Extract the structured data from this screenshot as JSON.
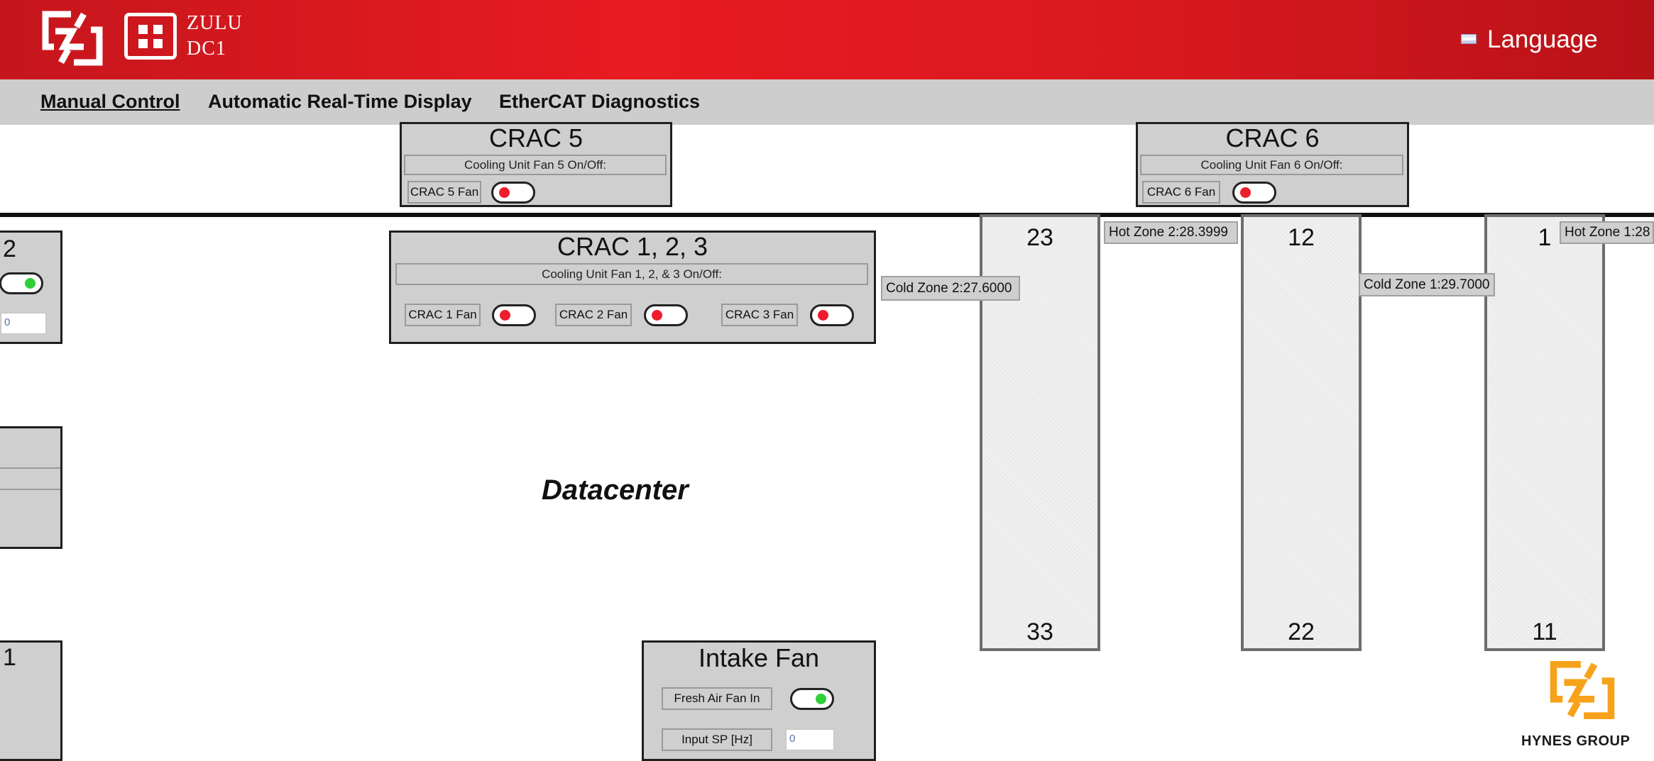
{
  "header": {
    "brand_line1": "ZULU",
    "brand_line2": "DC1",
    "language_label": "Language",
    "colors": {
      "header_red": "#e81b22",
      "nav_gray": "#cdcdcd",
      "hynes_orange": "#f7a21b"
    }
  },
  "nav": {
    "items": [
      {
        "label": "Manual Control",
        "active": true
      },
      {
        "label": "Automatic Real-Time Display"
      },
      {
        "label": "EtherCAT Diagnostics"
      }
    ]
  },
  "crac5": {
    "title": "CRAC 5",
    "subtitle": "Cooling Unit Fan 5 On/Off:",
    "fan_label": "CRAC 5 Fan",
    "fan_state": "off"
  },
  "crac6": {
    "title": "CRAC 6",
    "subtitle": "Cooling Unit Fan 6 On/Off:",
    "fan_label": "CRAC 6 Fan",
    "fan_state": "off"
  },
  "crac123": {
    "title": "CRAC 1, 2, 3",
    "subtitle": "Cooling Unit Fan 1, 2, & 3 On/Off:",
    "fans": [
      {
        "label": "CRAC 1 Fan",
        "state": "off"
      },
      {
        "label": "CRAC 2 Fan",
        "state": "off"
      },
      {
        "label": "CRAC 3 Fan",
        "state": "off"
      }
    ]
  },
  "left_panel_top": {
    "title": "2",
    "toggle_state": "on",
    "input_value": "0"
  },
  "left_panel_bottom": {
    "title": "1"
  },
  "intake": {
    "title": "Intake Fan",
    "fan_label": "Fresh Air Fan In",
    "fan_state": "on",
    "sp_label": "Input SP [Hz]",
    "sp_value": "0"
  },
  "zones": {
    "cold2": "Cold Zone 2:27.6000",
    "hot2": "Hot Zone 2:28.3999",
    "cold1": "Cold Zone 1:29.7000",
    "hot1": "Hot Zone 1:28"
  },
  "racks": [
    {
      "top": "23",
      "bottom": "33"
    },
    {
      "top": "12",
      "bottom": "22"
    },
    {
      "top": "1",
      "bottom": "11"
    }
  ],
  "main": {
    "datacenter_label": "Datacenter"
  },
  "footer_logo": {
    "text": "HYNES GROUP"
  }
}
